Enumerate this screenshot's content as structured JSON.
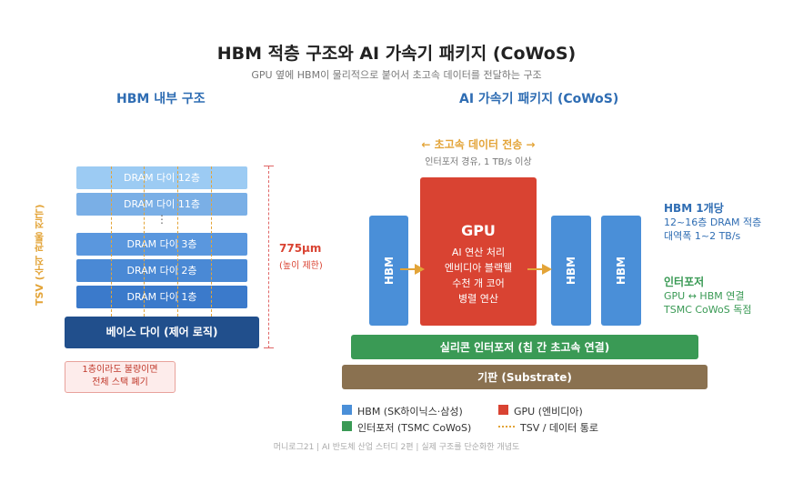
{
  "title": "HBM 적층 구조와 AI 가속기 패키지 (CoWoS)",
  "subtitle": "GPU 옆에 HBM이 물리적으로 붙어서 초고속 데이터를 전달하는 구조",
  "left": {
    "heading": "HBM 내부 구조",
    "tsv_label": "TSV (수직 관통 전극)",
    "layers": [
      "DRAM 다이 12층",
      "DRAM 다이 11층",
      "DRAM 다이 3층",
      "DRAM 다이 2층",
      "DRAM 다이 1층"
    ],
    "ellipsis": "⋮",
    "base_die": "베이스 다이 (제어 로직)",
    "height_value": "775μm",
    "height_note": "(높이 제한)",
    "warning_line1": "1층이라도 불량이면",
    "warning_line2": "전체 스택 폐기"
  },
  "right": {
    "heading": "AI 가속기 패키지 (CoWoS)",
    "flow_label": "← 초고속 데이터 전송 →",
    "flow_sub": "인터포저 경유, 1 TB/s 이상",
    "hbm_label": "HBM",
    "gpu_title": "GPU",
    "gpu_lines": [
      "AI 연산 처리",
      "엔비디아 블랙웰",
      "수천 개 코어",
      "병렬 연산"
    ],
    "hbm_note_title": "HBM 1개당",
    "hbm_note_line1": "12~16층 DRAM 적층",
    "hbm_note_line2": "대역폭 1~2 TB/s",
    "interposer_note_title": "인터포저",
    "interposer_note_line1": "GPU ↔ HBM 연결",
    "interposer_note_line2": "TSMC CoWoS 독점",
    "interposer_bar": "실리콘 인터포저 (칩 간 초고속 연결)",
    "substrate_bar": "기판 (Substrate)"
  },
  "legend": {
    "hbm": "HBM (SK하이닉스·삼성)",
    "gpu": "GPU (엔비디아)",
    "interposer": "인터포저 (TSMC CoWoS)",
    "tsv": "TSV / 데이터 통로"
  },
  "colors": {
    "hbm_blue": "#4a8fd8",
    "gpu_red": "#d94332",
    "interposer_green": "#3a9a55",
    "substrate_brown": "#8a7150",
    "base_navy": "#214f8c",
    "tsv_orange": "#e3a438"
  },
  "footer": "머니로그21 | AI 반도체 산업 스터디 2편 | 실제 구조를 단순화한 개념도"
}
